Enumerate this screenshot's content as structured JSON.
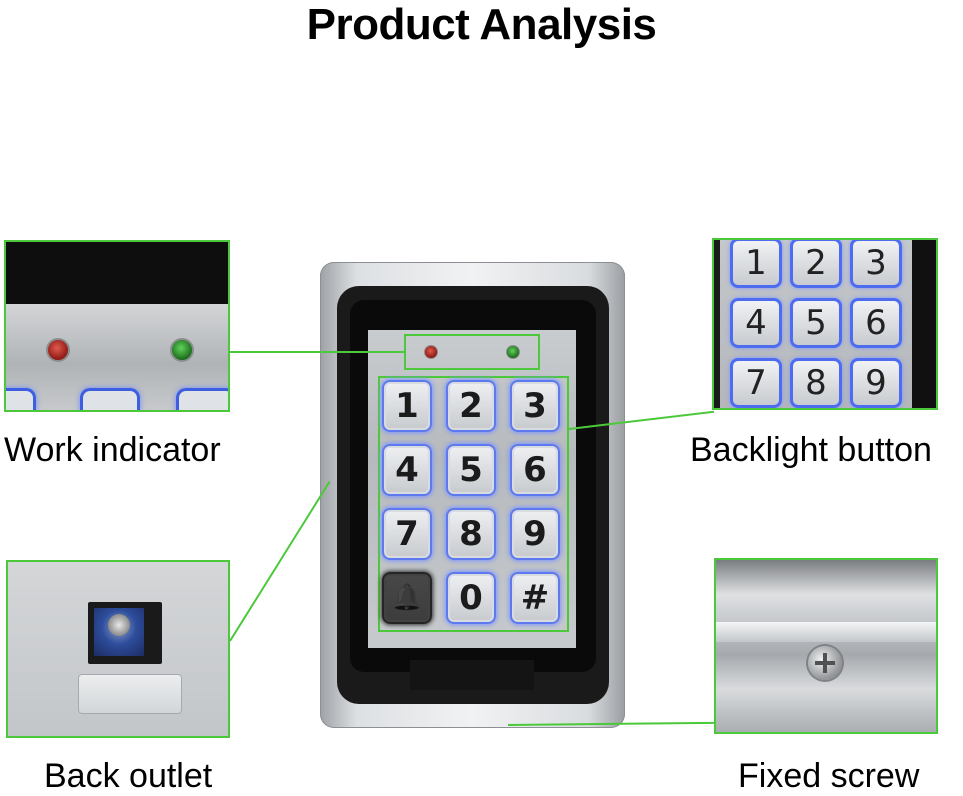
{
  "title": "Product Analysis",
  "callouts": {
    "work_indicator": "Work indicator",
    "backlight_button": "Backlight button",
    "back_outlet": "Back outlet",
    "fixed_screw": "Fixed screw"
  },
  "keypad": {
    "keys": [
      "1",
      "2",
      "3",
      "4",
      "5",
      "6",
      "7",
      "8",
      "9",
      "bell",
      "0",
      "#"
    ]
  },
  "backlight_inset_keys": [
    "1",
    "2",
    "3",
    "4",
    "5",
    "6",
    "7",
    "8",
    "9"
  ],
  "indicators": [
    {
      "name": "red-led",
      "color": "#8d1a14"
    },
    {
      "name": "green-led",
      "color": "#1d6d1d"
    }
  ],
  "colors": {
    "callout_line": "#4cc93a",
    "backlight": "#4e6cf0"
  }
}
